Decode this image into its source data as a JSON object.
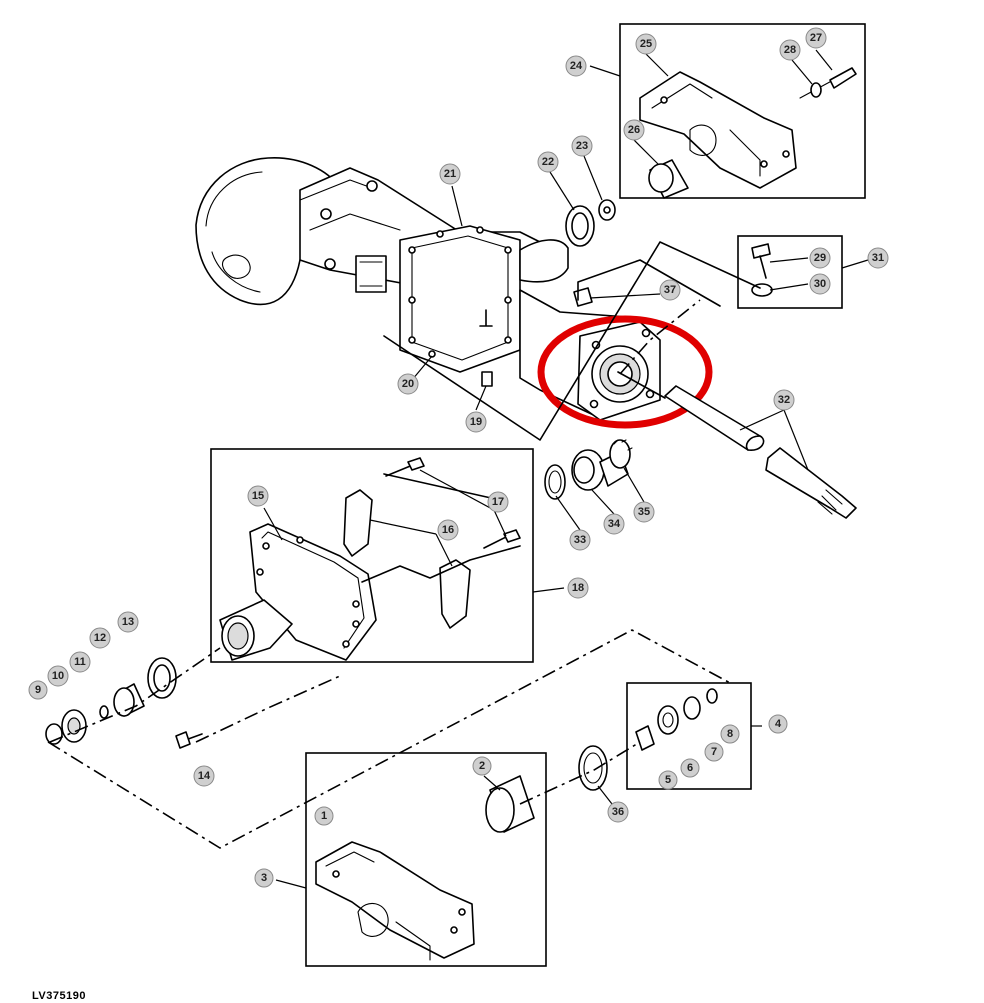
{
  "figure_id": "LV375190",
  "callouts": {
    "c1": "1",
    "c2": "2",
    "c3": "3",
    "c4": "4",
    "c5": "5",
    "c6": "6",
    "c7": "7",
    "c8": "8",
    "c9": "9",
    "c10": "10",
    "c11": "11",
    "c12": "12",
    "c13": "13",
    "c14": "14",
    "c15": "15",
    "c16": "16",
    "c17": "17",
    "c18": "18",
    "c19": "19",
    "c20": "20",
    "c21": "21",
    "c22": "22",
    "c23": "23",
    "c24": "24",
    "c25": "25",
    "c26": "26",
    "c27": "27",
    "c28": "28",
    "c29": "29",
    "c30": "30",
    "c31": "31",
    "c32": "32",
    "c33": "33",
    "c34": "34",
    "c35": "35",
    "c36": "36",
    "c37": "37"
  },
  "highlight": {
    "color": "#e00000"
  }
}
